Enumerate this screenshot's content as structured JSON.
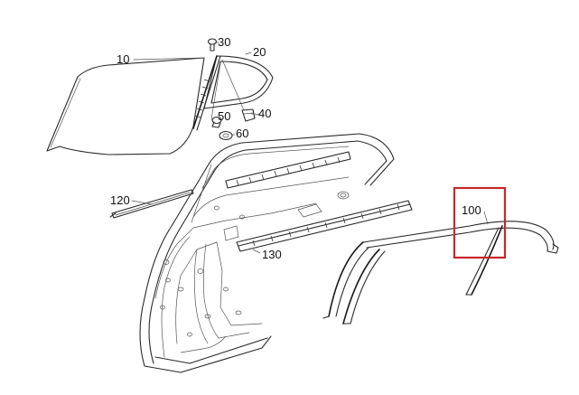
{
  "callouts": {
    "p10": "10",
    "p20": "20",
    "p30": "30",
    "p40": "40",
    "p50": "50",
    "p60": "60",
    "p100": "100",
    "p120": "120",
    "p130": "130"
  },
  "colors": {
    "line": "#2a2a2a",
    "highlight": "#c8262c"
  }
}
